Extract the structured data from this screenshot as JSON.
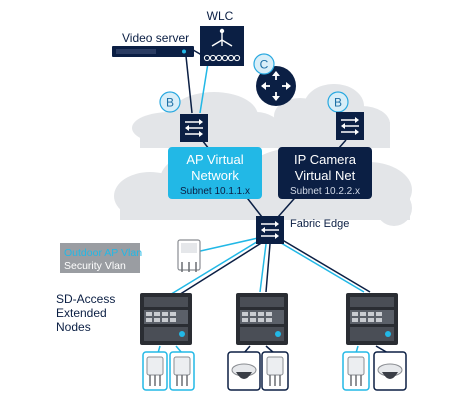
{
  "labels": {
    "wlc": "WLC",
    "video_server": "Video server",
    "fabric_edge": "Fabric Edge",
    "extended_nodes": [
      "SD-Access",
      "Extended",
      "Nodes"
    ]
  },
  "badges": {
    "b_left": "B",
    "b_right": "B",
    "c_center": "C"
  },
  "networks": {
    "ap": {
      "line1": "AP Virtual",
      "line2": "Network",
      "subnet": "Subnet 10.1.1.x"
    },
    "camera": {
      "line1": "IP Camera",
      "line2": "Virtual Net",
      "subnet": "Subnet 10.2.2.x"
    }
  },
  "legend": {
    "outdoor": "Outdoor AP Vlan",
    "security": "Security Vlan"
  },
  "colors": {
    "cloud": "#e3e5e8",
    "navy": "#0b1f44",
    "cyan": "#22b8e6",
    "badge": "#d8eef8",
    "badge_stroke": "#2aa9e0",
    "legend_bg": "#9a9da2"
  }
}
